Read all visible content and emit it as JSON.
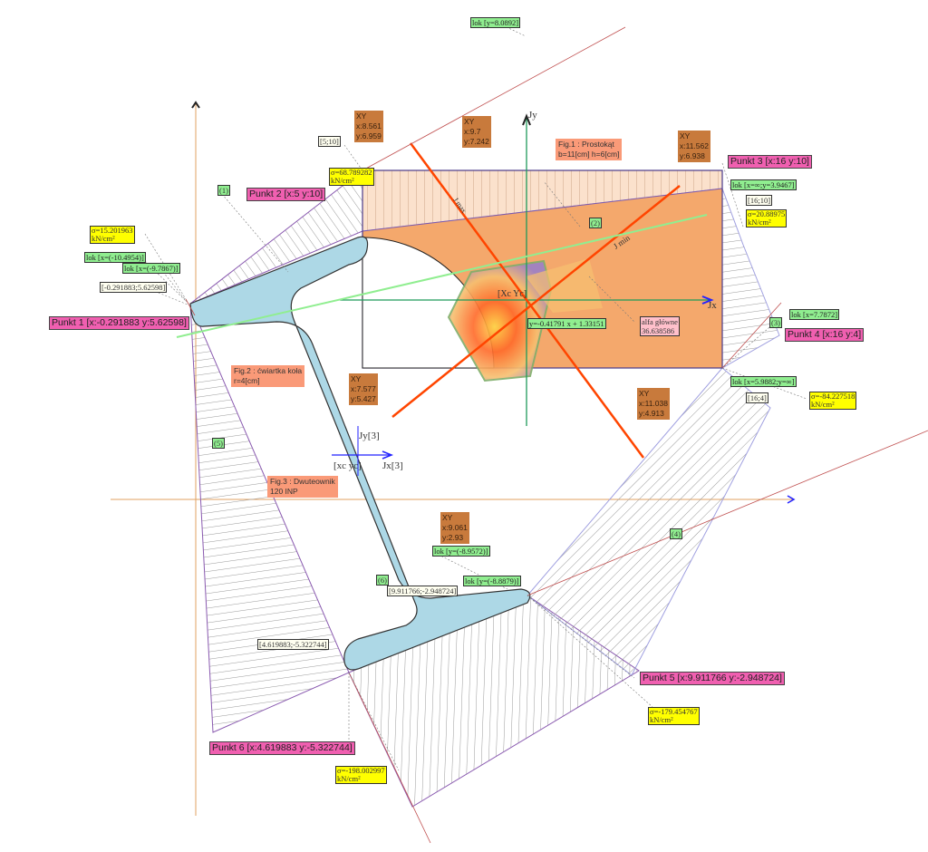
{
  "punkty": [
    {
      "label": "Punkt 1 [x:-0.291883  y:5.62598]"
    },
    {
      "label": "Punkt 2 [x:5  y:10]"
    },
    {
      "label": "Punkt 3 [x:16  y:10]"
    },
    {
      "label": "Punkt 4 [x:16  y:4]"
    },
    {
      "label": "Punkt 5 [x:9.911766  y:-2.948724]"
    },
    {
      "label": "Punkt 6 [x:4.619883  y:-5.322744]"
    }
  ],
  "sigmas": [
    {
      "value": "σ=15.201963",
      "unit": "kN/cm²"
    },
    {
      "value": "σ=68.789282",
      "unit": "kN/cm²"
    },
    {
      "value": "σ=20.88975",
      "unit": "kN/cm²"
    },
    {
      "value": "σ=-84.227518",
      "unit": "kN/cm²"
    },
    {
      "value": "σ=-179.454767",
      "unit": "kN/cm²"
    },
    {
      "value": "σ=-198.002997",
      "unit": "kN/cm²"
    }
  ],
  "lok": {
    "top": "lok [y=8.0892]",
    "p1a": "lok [x=(-10.4954)]",
    "p1b": "lok [x=(-9.7867)]",
    "p3": "lok [x=∞;y=3.9467]",
    "p4": "lok [x=7.7872]",
    "p4b": "lok [x=5.9882;y=∞]",
    "bottom_a": "lok [y=(-8.9572)]",
    "bottom_b": "lok [y=(-8.8879)]"
  },
  "coords": {
    "c1": "[-0.291883;5.62598]",
    "c2": "[5;10]",
    "c3": "[16;10]",
    "c4": "[16;4]",
    "c5": "[9.911766;-2.948724]",
    "c6": "[4.619883;-5.322744]"
  },
  "segments": [
    "(1)",
    "(2)",
    "(3)",
    "(4)",
    "(5)",
    "(6)"
  ],
  "xy_points": [
    {
      "title": "XY",
      "x": "x:8.561",
      "y": "y:6.959"
    },
    {
      "title": "XY",
      "x": "x:9.7",
      "y": "y:7.242"
    },
    {
      "title": "XY",
      "x": "x:11.562",
      "y": "y:6.938"
    },
    {
      "title": "XY",
      "x": "x:7.577",
      "y": "y:5.427"
    },
    {
      "title": "XY",
      "x": "x:11.038",
      "y": "y:4.913"
    },
    {
      "title": "XY",
      "x": "x:9.061",
      "y": "y:2.93"
    }
  ],
  "figures": [
    {
      "line1": "Fig.1 : Prostokąt",
      "line2": "b=11[cm] h=6[cm]"
    },
    {
      "line1": "Fig.2 : ćwiartka koła",
      "line2": "r=4[cm]"
    },
    {
      "line1": "Fig.3 : Dwuteownik",
      "line2": "120 INP"
    }
  ],
  "neutral_axis_eq": "y=-0.41791 x + 1.33151",
  "alfa": {
    "label": "alfa główne",
    "value": "36.638586"
  },
  "axes": {
    "jx": "Jx",
    "jy": "Jy",
    "centroid": "[Xc  Yc]",
    "jmin": "J min",
    "jmax": "J max",
    "jx3": "Jx[3]",
    "jy3": "Jy[3]",
    "c3": "[xc  yc]"
  },
  "colors": {
    "punkt": "#f05fb0",
    "sigma": "#ffff00",
    "lok": "#90ee90",
    "rect": "#f4a86c",
    "ibeam": "#add8e6",
    "principal": "#ff4500",
    "neutral": "#90ee90"
  }
}
